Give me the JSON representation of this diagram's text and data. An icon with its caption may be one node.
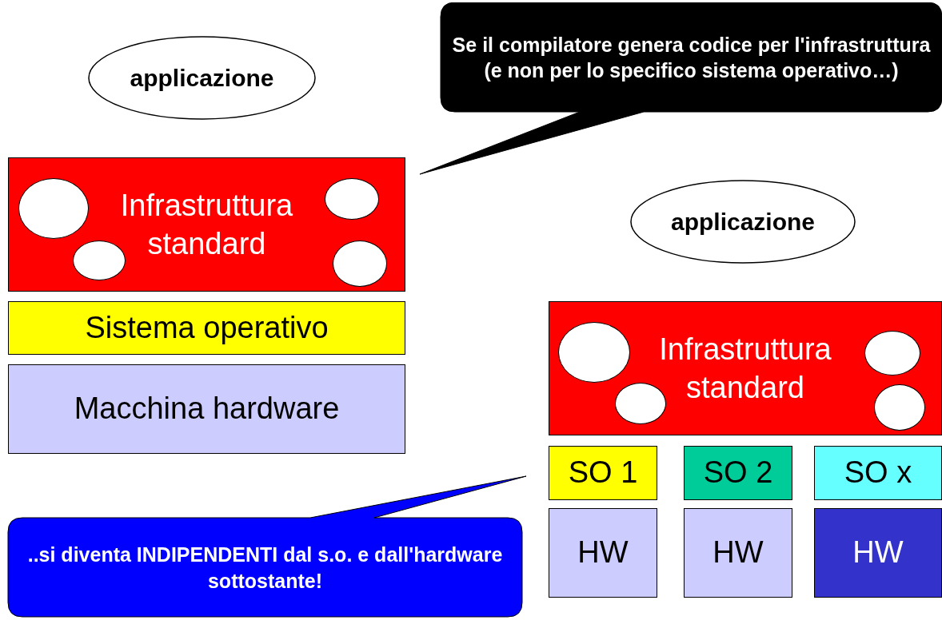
{
  "diagram": {
    "nodes": [
      {
        "text": [
          "applicazione"
        ]
      },
      {
        "text": [
          "Se il compilatore genera codice per l'infrastruttura (e non per lo specifico sistema operativo…)"
        ]
      },
      {
        "text": [
          "Infrastruttura standard"
        ]
      },
      {
        "text": [],
        "shape": "circle",
        "in": 2
      },
      {
        "text": [],
        "shape": "circle",
        "in": 2
      },
      {
        "text": [],
        "shape": "circle",
        "in": 2
      },
      {
        "text": [],
        "shape": "circle",
        "in": 2
      },
      {
        "text": [
          "Sistema operativo"
        ]
      },
      {
        "text": [
          "Macchina hardware"
        ]
      },
      {
        "text": [
          "applicazione"
        ]
      },
      {
        "text": [
          "Infrastruttura standard"
        ]
      },
      {
        "text": [],
        "shape": "circle",
        "in": 10
      },
      {
        "text": [],
        "shape": "circle",
        "in": 10
      },
      {
        "text": [],
        "shape": "circle",
        "in": 10
      },
      {
        "text": [],
        "shape": "circle",
        "in": 10
      },
      {
        "text": [
          "SO 1"
        ]
      },
      {
        "text": [
          "SO 2"
        ]
      },
      {
        "text": [
          "SO x"
        ]
      },
      {
        "text": [
          "..si diventa INDIPENDENTI dal s.o. e dall'hardware sottostante!"
        ]
      },
      {
        "text": [
          "HW"
        ]
      },
      {
        "text": [
          "HW"
        ]
      },
      {
        "text": [
          "HW"
        ]
      }
    ]
  }
}
